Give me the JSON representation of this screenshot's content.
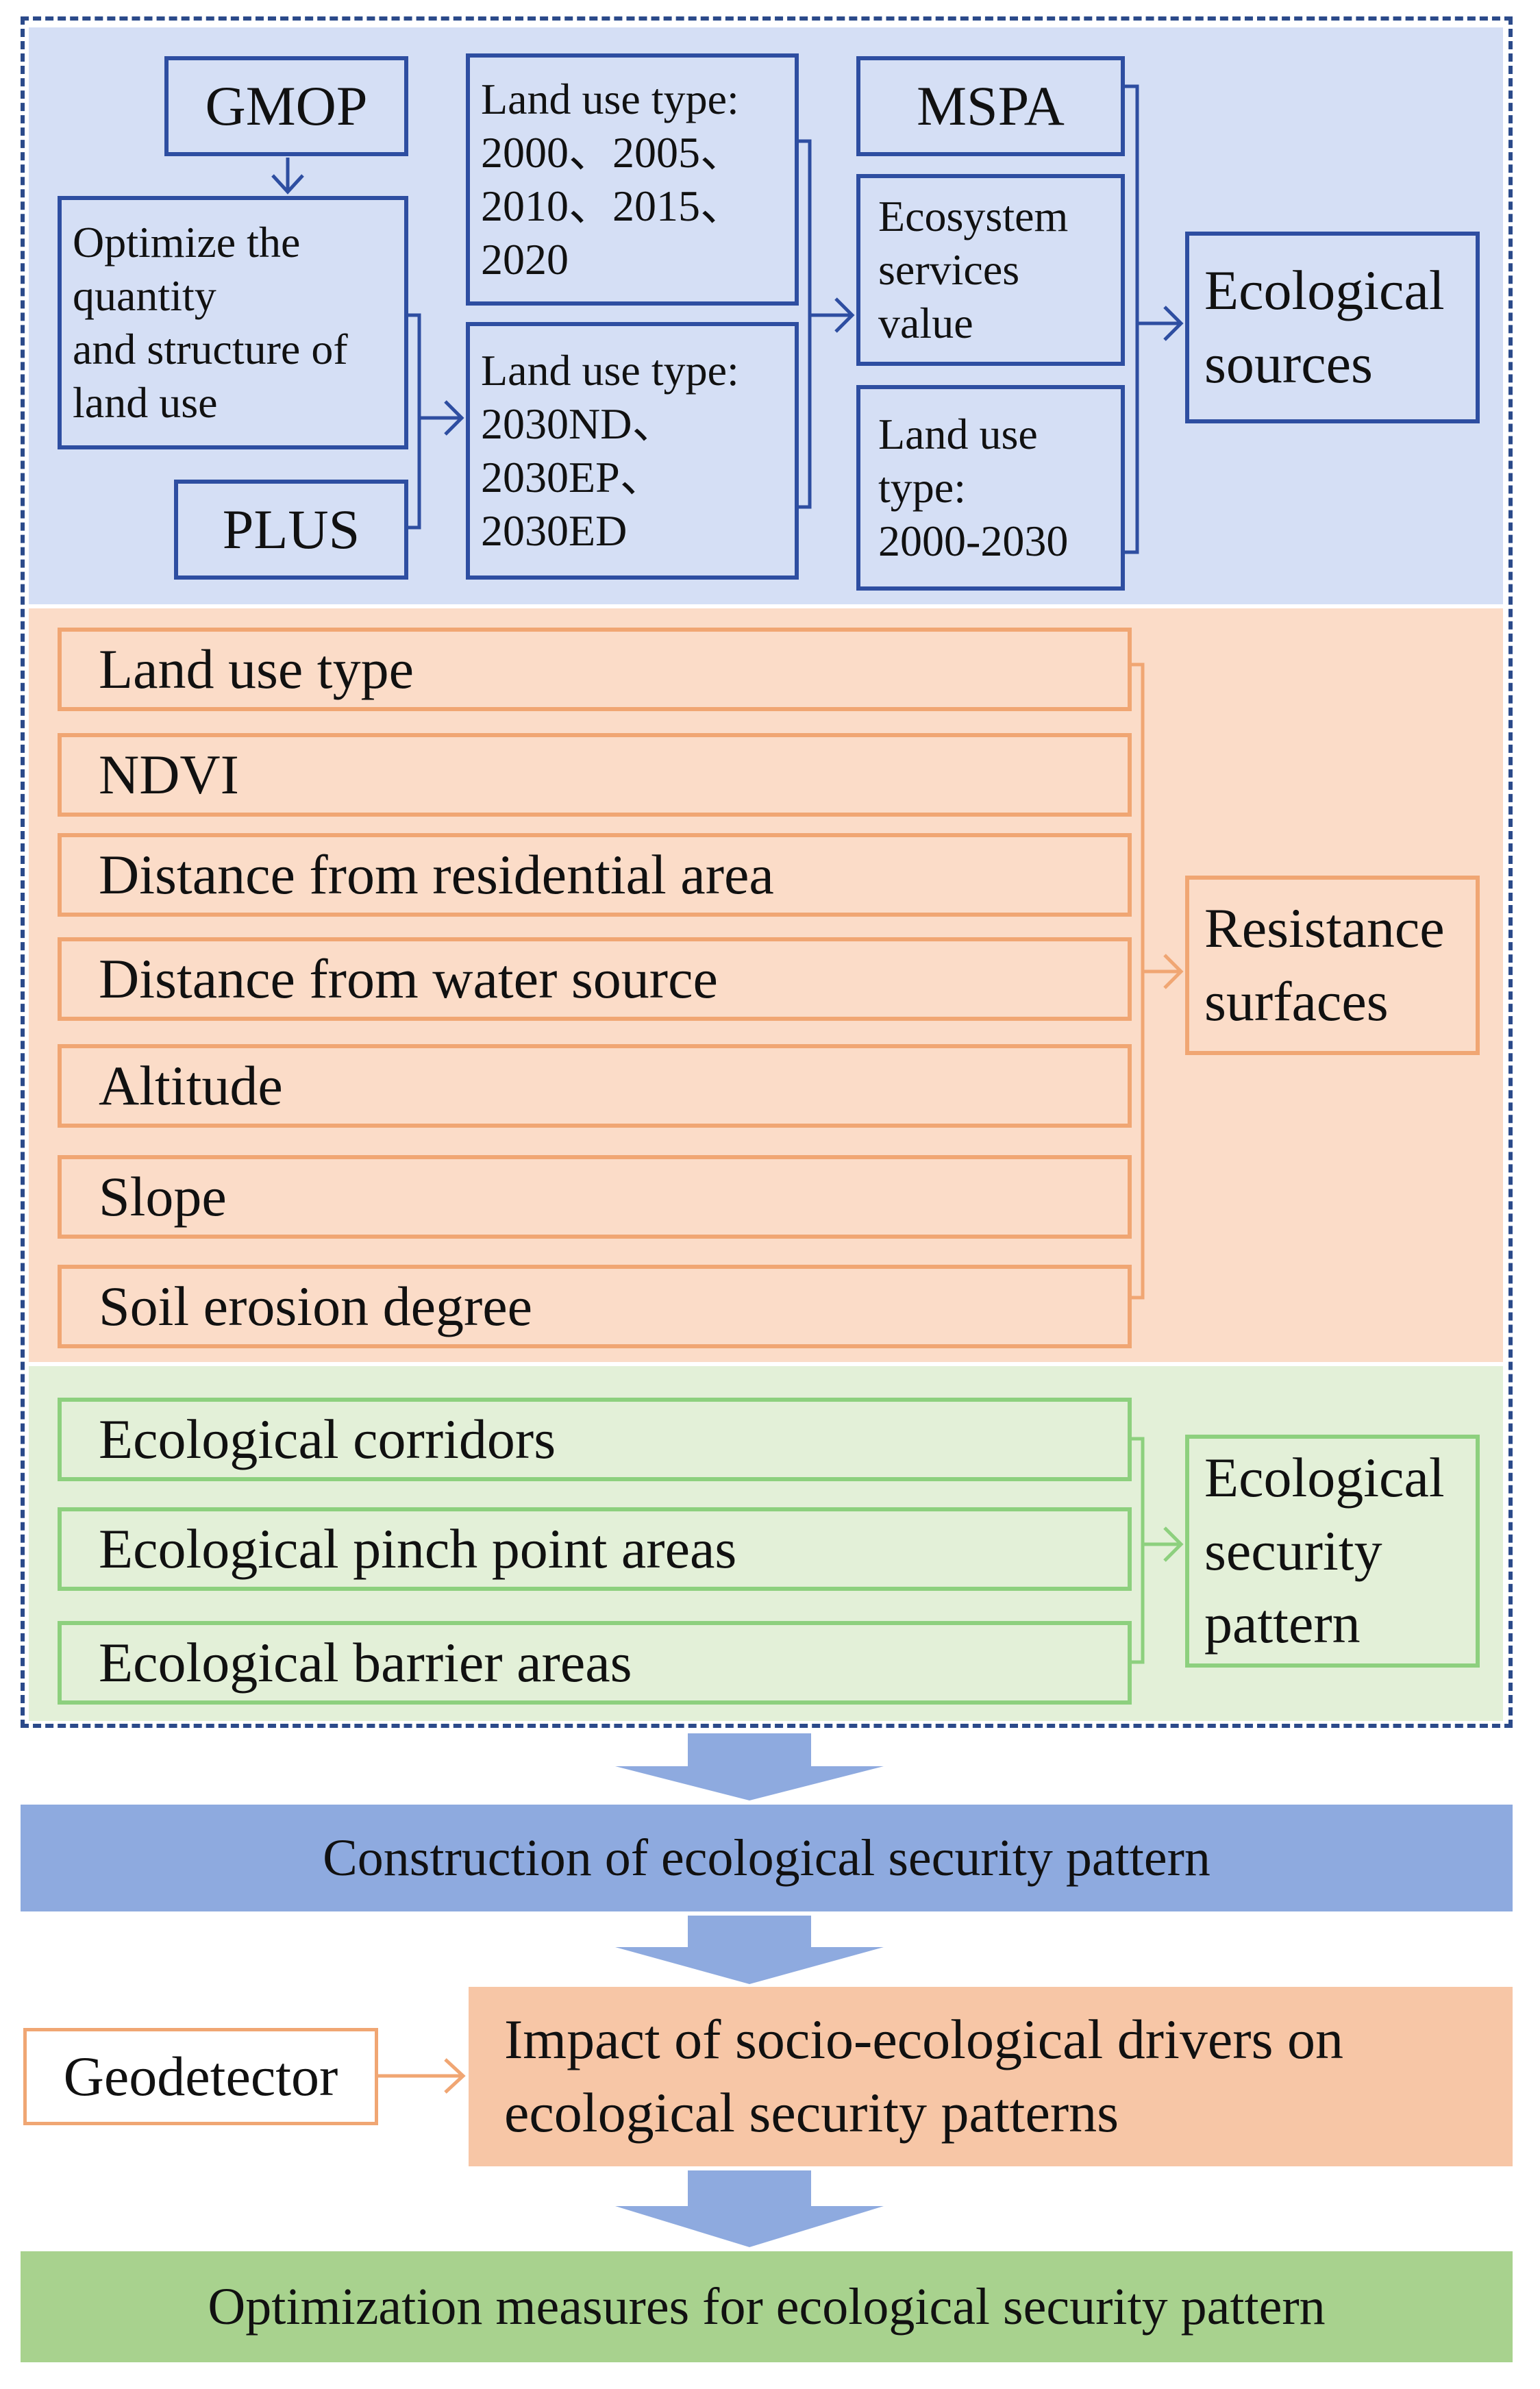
{
  "top": {
    "gmop": "GMOP",
    "optimize": "Optimize the\nquantity\nand structure of\nland use",
    "plus": "PLUS",
    "land_use_hist": "Land use type:\n2000、2005、\n2010、2015、\n2020",
    "land_use_future": "Land use type:\n2030ND、\n2030EP、\n2030ED",
    "mspa": "MSPA",
    "ecosystem": "Ecosystem\nservices\nvalue",
    "land_use_range": "Land use\ntype:\n2000-2030",
    "ecological_sources": "Ecological\nsources"
  },
  "middle": {
    "factors": [
      "Land use type",
      "NDVI",
      "Distance from residential area",
      "Distance from water source",
      "Altitude",
      "Slope",
      "Soil erosion degree"
    ],
    "result": "Resistance\nsurfaces"
  },
  "bottom": {
    "items": [
      "Ecological corridors",
      "Ecological pinch point areas",
      "Ecological barrier areas"
    ],
    "result": "Ecological\nsecurity\npattern"
  },
  "steps": {
    "construction": "Construction of ecological security pattern",
    "geodetector": "Geodetector",
    "impact": "Impact of socio-ecological drivers on\necological security patterns",
    "optimization": "Optimization measures for ecological security pattern"
  },
  "colors": {
    "blue_border": "#2e4ea1",
    "orange_border": "#f0a673",
    "green_border": "#8dd07e",
    "step_blue": "#8eaadf",
    "step_orange": "#f7c6a6",
    "step_green": "#a8d28e"
  }
}
